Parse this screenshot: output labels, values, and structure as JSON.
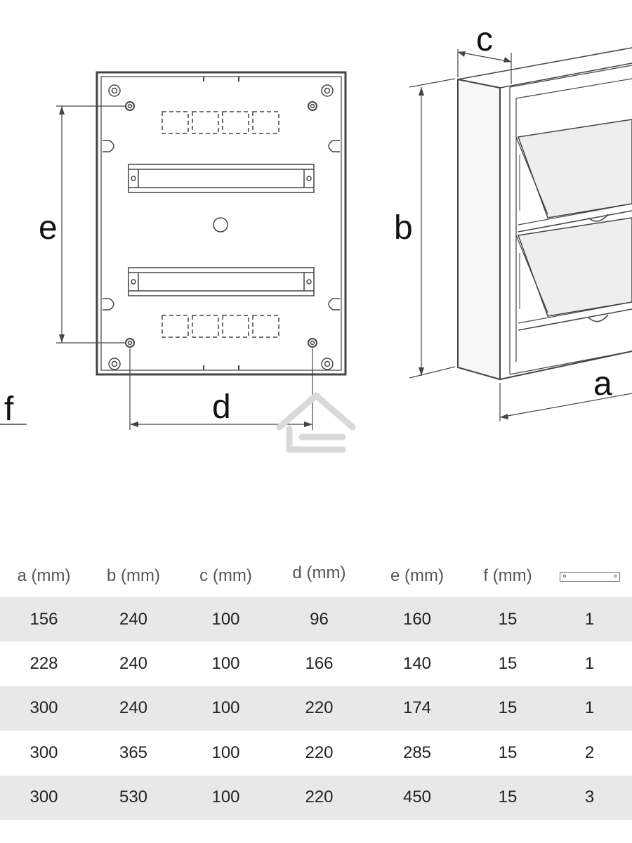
{
  "dimension_labels": {
    "a": "a",
    "b": "b",
    "c": "c",
    "d": "d",
    "e": "e",
    "f": "f"
  },
  "table": {
    "headers": [
      "a (mm)",
      "b (mm)",
      "c (mm)",
      "d (mm)",
      "e (mm)",
      "f (mm)"
    ],
    "last_header_icon": "din-rail-icon",
    "rows": [
      [
        "156",
        "240",
        "100",
        "96",
        "160",
        "15",
        "1"
      ],
      [
        "228",
        "240",
        "100",
        "166",
        "140",
        "15",
        "1"
      ],
      [
        "300",
        "240",
        "100",
        "220",
        "174",
        "15",
        "1"
      ],
      [
        "300",
        "365",
        "100",
        "220",
        "285",
        "15",
        "2"
      ],
      [
        "300",
        "530",
        "100",
        "220",
        "450",
        "15",
        "3"
      ]
    ]
  },
  "colors": {
    "row_shade": "#e8e8e8",
    "line": "#444444",
    "watermark": "#d9d9d9"
  }
}
